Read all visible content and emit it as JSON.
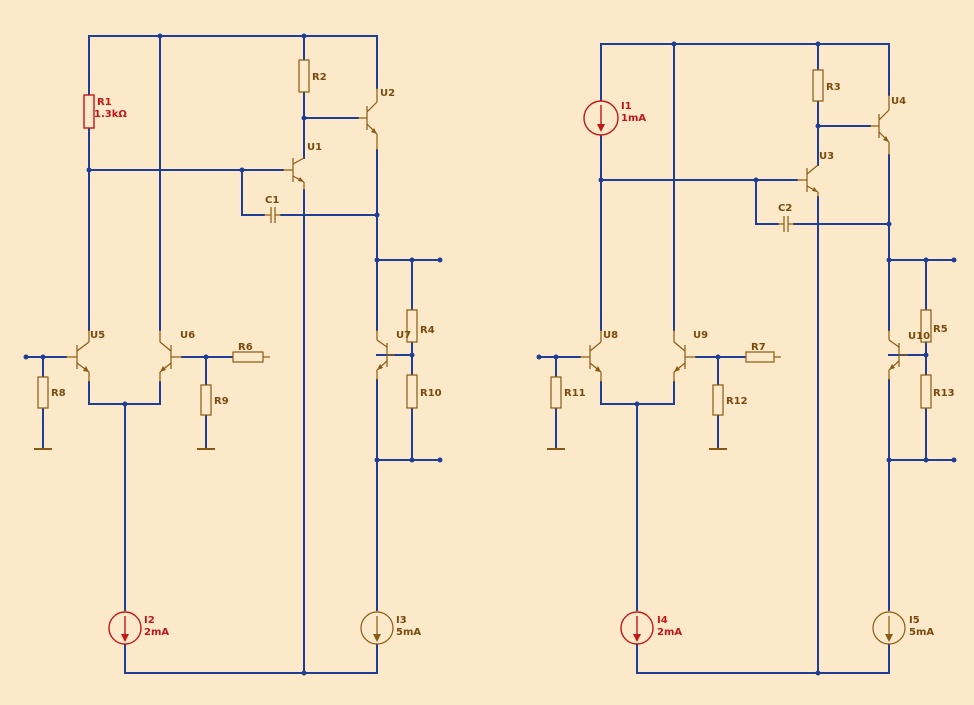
{
  "components": {
    "r1": {
      "name": "R1",
      "value": "1.3kΩ"
    },
    "r2": {
      "name": "R2"
    },
    "r3": {
      "name": "R3"
    },
    "r4": {
      "name": "R4"
    },
    "r5": {
      "name": "R5"
    },
    "r6": {
      "name": "R6"
    },
    "r7": {
      "name": "R7"
    },
    "r8": {
      "name": "R8"
    },
    "r9": {
      "name": "R9"
    },
    "r10": {
      "name": "R10"
    },
    "r11": {
      "name": "R11"
    },
    "r12": {
      "name": "R12"
    },
    "r13": {
      "name": "R13"
    },
    "c1": {
      "name": "C1"
    },
    "c2": {
      "name": "C2"
    },
    "u1": {
      "name": "U1"
    },
    "u2": {
      "name": "U2"
    },
    "u3": {
      "name": "U3"
    },
    "u4": {
      "name": "U4"
    },
    "u5": {
      "name": "U5"
    },
    "u6": {
      "name": "U6"
    },
    "u7": {
      "name": "U7"
    },
    "u8": {
      "name": "U8"
    },
    "u9": {
      "name": "U9"
    },
    "u10": {
      "name": "U10"
    },
    "i1": {
      "name": "I1",
      "value": "1mA"
    },
    "i2": {
      "name": "I2",
      "value": "2mA"
    },
    "i3": {
      "name": "I3",
      "value": "5mA"
    },
    "i4": {
      "name": "I4",
      "value": "2mA"
    },
    "i5": {
      "name": "I5",
      "value": "5mA"
    }
  },
  "colors": {
    "background": "#fbe9c9",
    "wire": "#1f3f96",
    "component": "#8a5a14",
    "source_highlight": "#c01818"
  }
}
